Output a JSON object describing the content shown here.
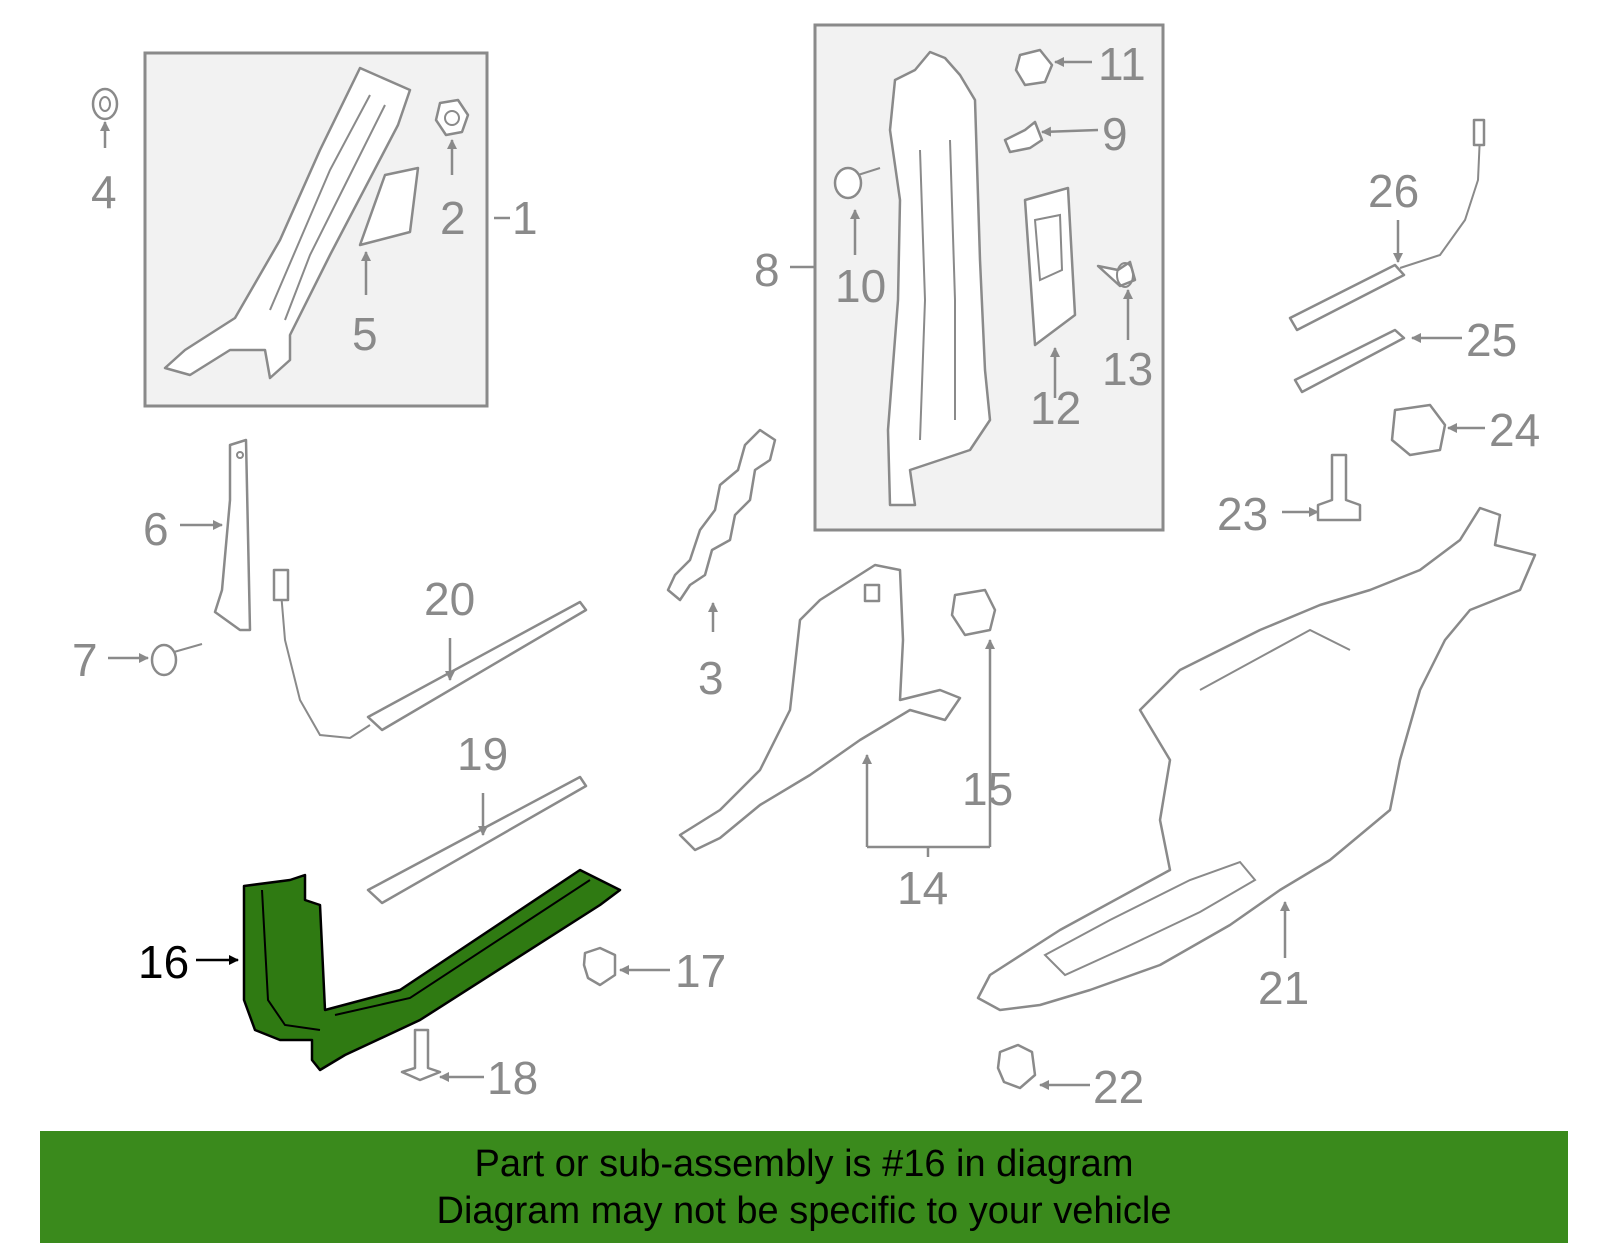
{
  "callouts": [
    {
      "id": "1",
      "label": "1"
    },
    {
      "id": "2",
      "label": "2"
    },
    {
      "id": "3",
      "label": "3"
    },
    {
      "id": "4",
      "label": "4"
    },
    {
      "id": "5",
      "label": "5"
    },
    {
      "id": "6",
      "label": "6"
    },
    {
      "id": "7",
      "label": "7"
    },
    {
      "id": "8",
      "label": "8"
    },
    {
      "id": "9",
      "label": "9"
    },
    {
      "id": "10",
      "label": "10"
    },
    {
      "id": "11",
      "label": "11"
    },
    {
      "id": "12",
      "label": "12"
    },
    {
      "id": "13",
      "label": "13"
    },
    {
      "id": "14",
      "label": "14"
    },
    {
      "id": "15",
      "label": "15"
    },
    {
      "id": "16",
      "label": "16"
    },
    {
      "id": "17",
      "label": "17"
    },
    {
      "id": "18",
      "label": "18"
    },
    {
      "id": "19",
      "label": "19"
    },
    {
      "id": "20",
      "label": "20"
    },
    {
      "id": "21",
      "label": "21"
    },
    {
      "id": "22",
      "label": "22"
    },
    {
      "id": "23",
      "label": "23"
    },
    {
      "id": "24",
      "label": "24"
    },
    {
      "id": "25",
      "label": "25"
    },
    {
      "id": "26",
      "label": "26"
    }
  ],
  "highlighted_part": "16",
  "banner": {
    "line1": "Part or sub-assembly is #16 in diagram",
    "line2": "Diagram may not be specific to your vehicle"
  },
  "colors": {
    "highlight": "#2f7a12",
    "banner": "#3a8a1c",
    "lines": "#8a8a8a",
    "box_fill": "#f2f2f2"
  }
}
